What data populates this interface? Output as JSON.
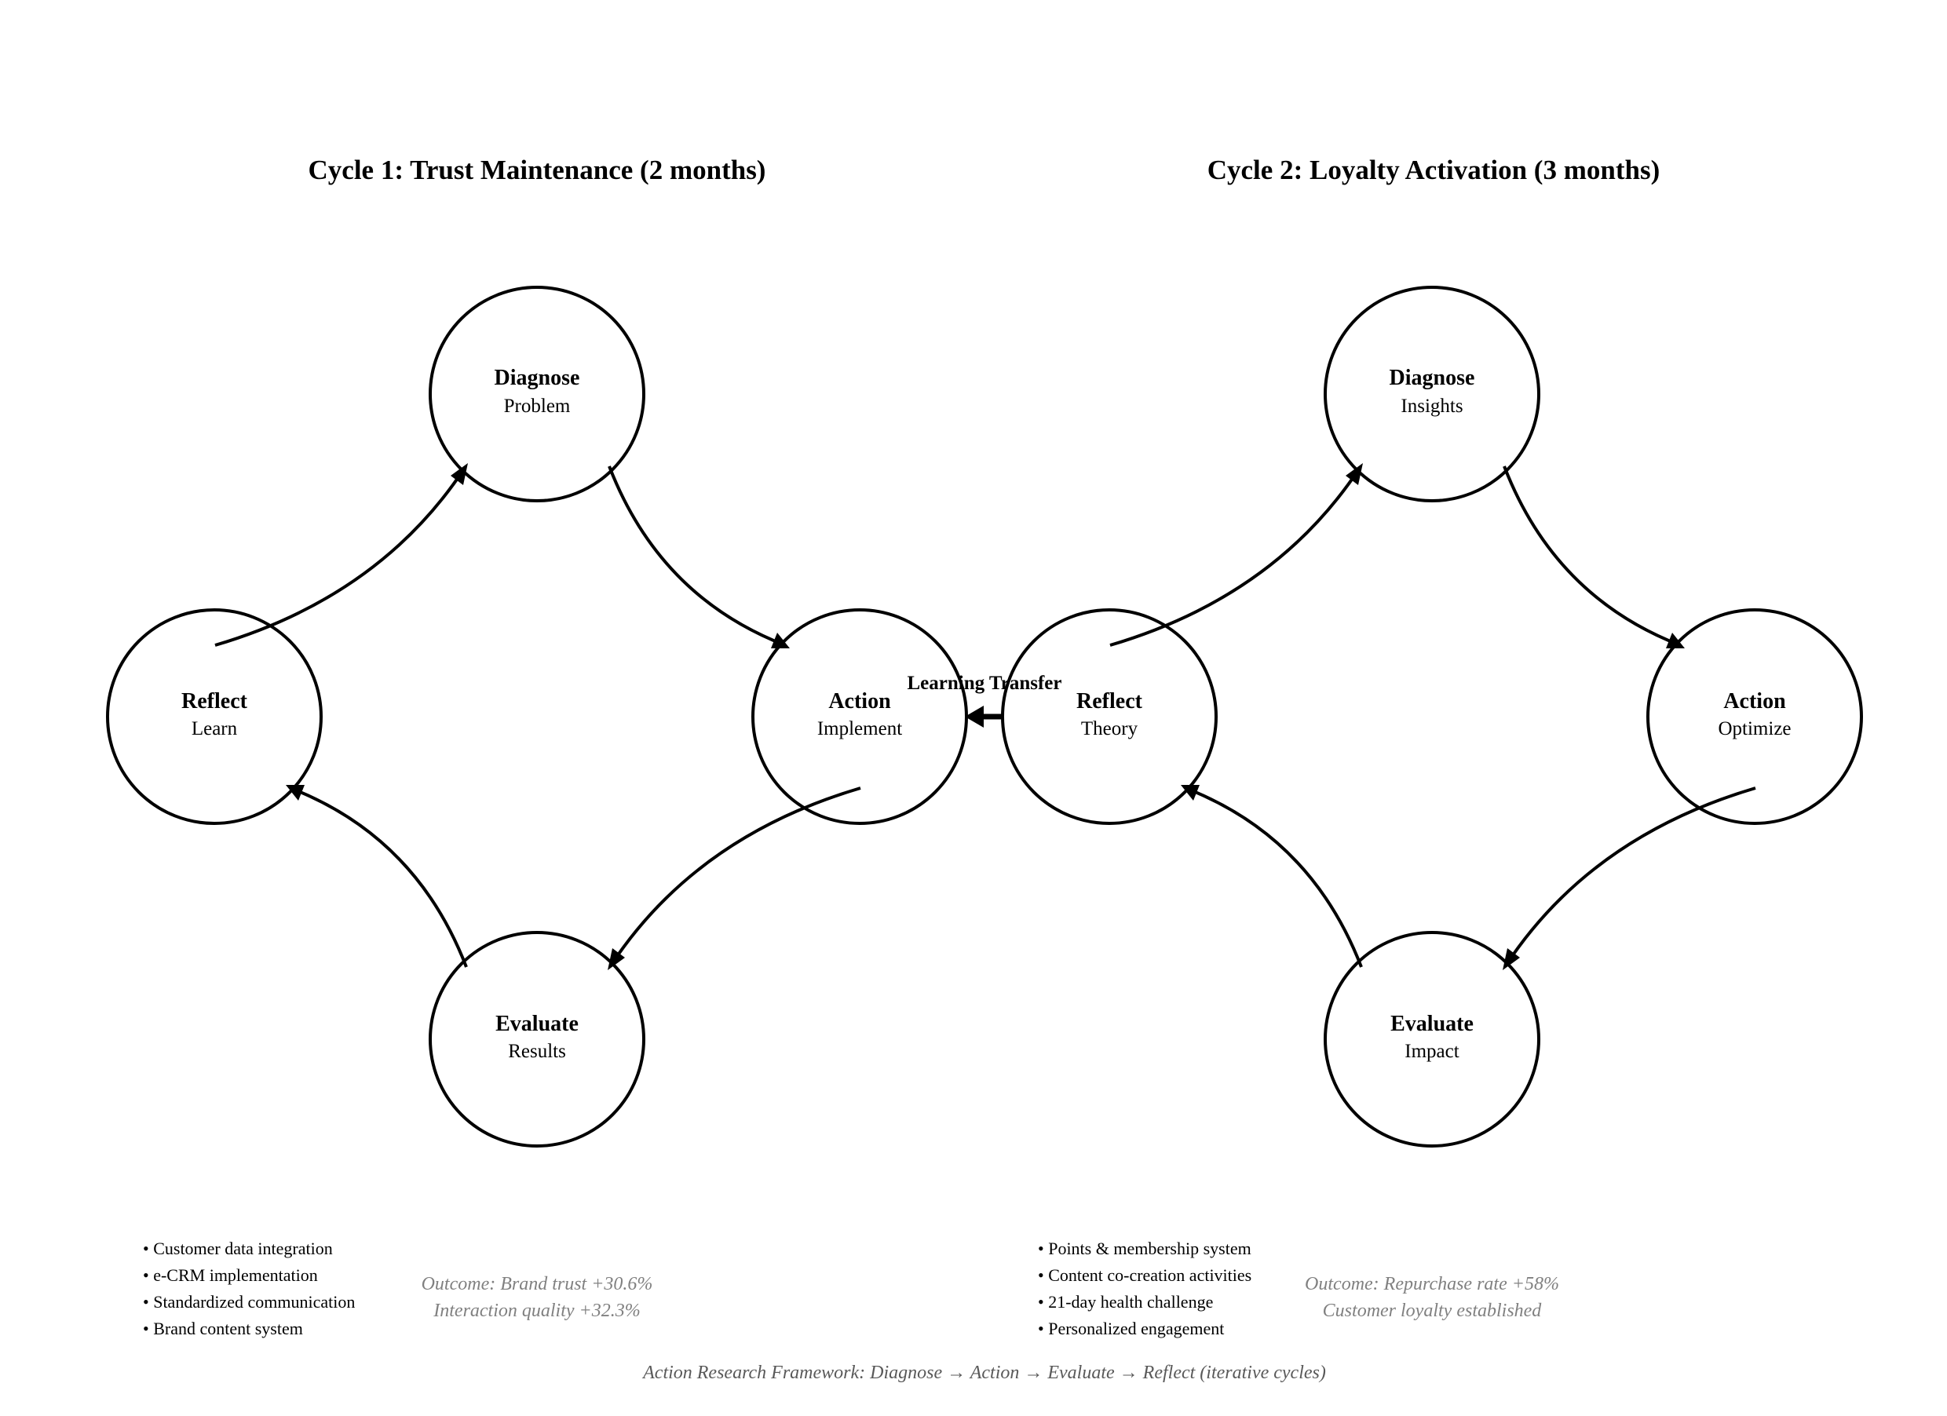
{
  "cycle1": {
    "title": "Cycle 1: Trust Maintenance (2 months)",
    "nodes": {
      "diagnose": {
        "title": "Diagnose",
        "sub": "Problem"
      },
      "action": {
        "title": "Action",
        "sub": "Implement"
      },
      "evaluate": {
        "title": "Evaluate",
        "sub": "Results"
      },
      "reflect": {
        "title": "Reflect",
        "sub": "Learn"
      }
    },
    "bullets": [
      "• Customer data integration",
      "• e-CRM implementation",
      "• Standardized communication",
      "• Brand content system"
    ],
    "outcome": [
      "Outcome: Brand trust +30.6%",
      "Interaction quality +32.3%"
    ]
  },
  "cycle2": {
    "title": "Cycle 2: Loyalty Activation (3 months)",
    "nodes": {
      "diagnose": {
        "title": "Diagnose",
        "sub": "Insights"
      },
      "action": {
        "title": "Action",
        "sub": "Optimize"
      },
      "evaluate": {
        "title": "Evaluate",
        "sub": "Impact"
      },
      "reflect": {
        "title": "Reflect",
        "sub": "Theory"
      }
    },
    "bullets": [
      "• Points & membership system",
      "• Content co-creation activities",
      "• 21-day health challenge",
      "• Personalized engagement"
    ],
    "outcome": [
      "Outcome: Repurchase rate +58%",
      "Customer loyalty established"
    ]
  },
  "transfer_label": "Learning Transfer",
  "footer": "Action Research Framework: Diagnose → Action → Evaluate → Reflect (iterative cycles)"
}
